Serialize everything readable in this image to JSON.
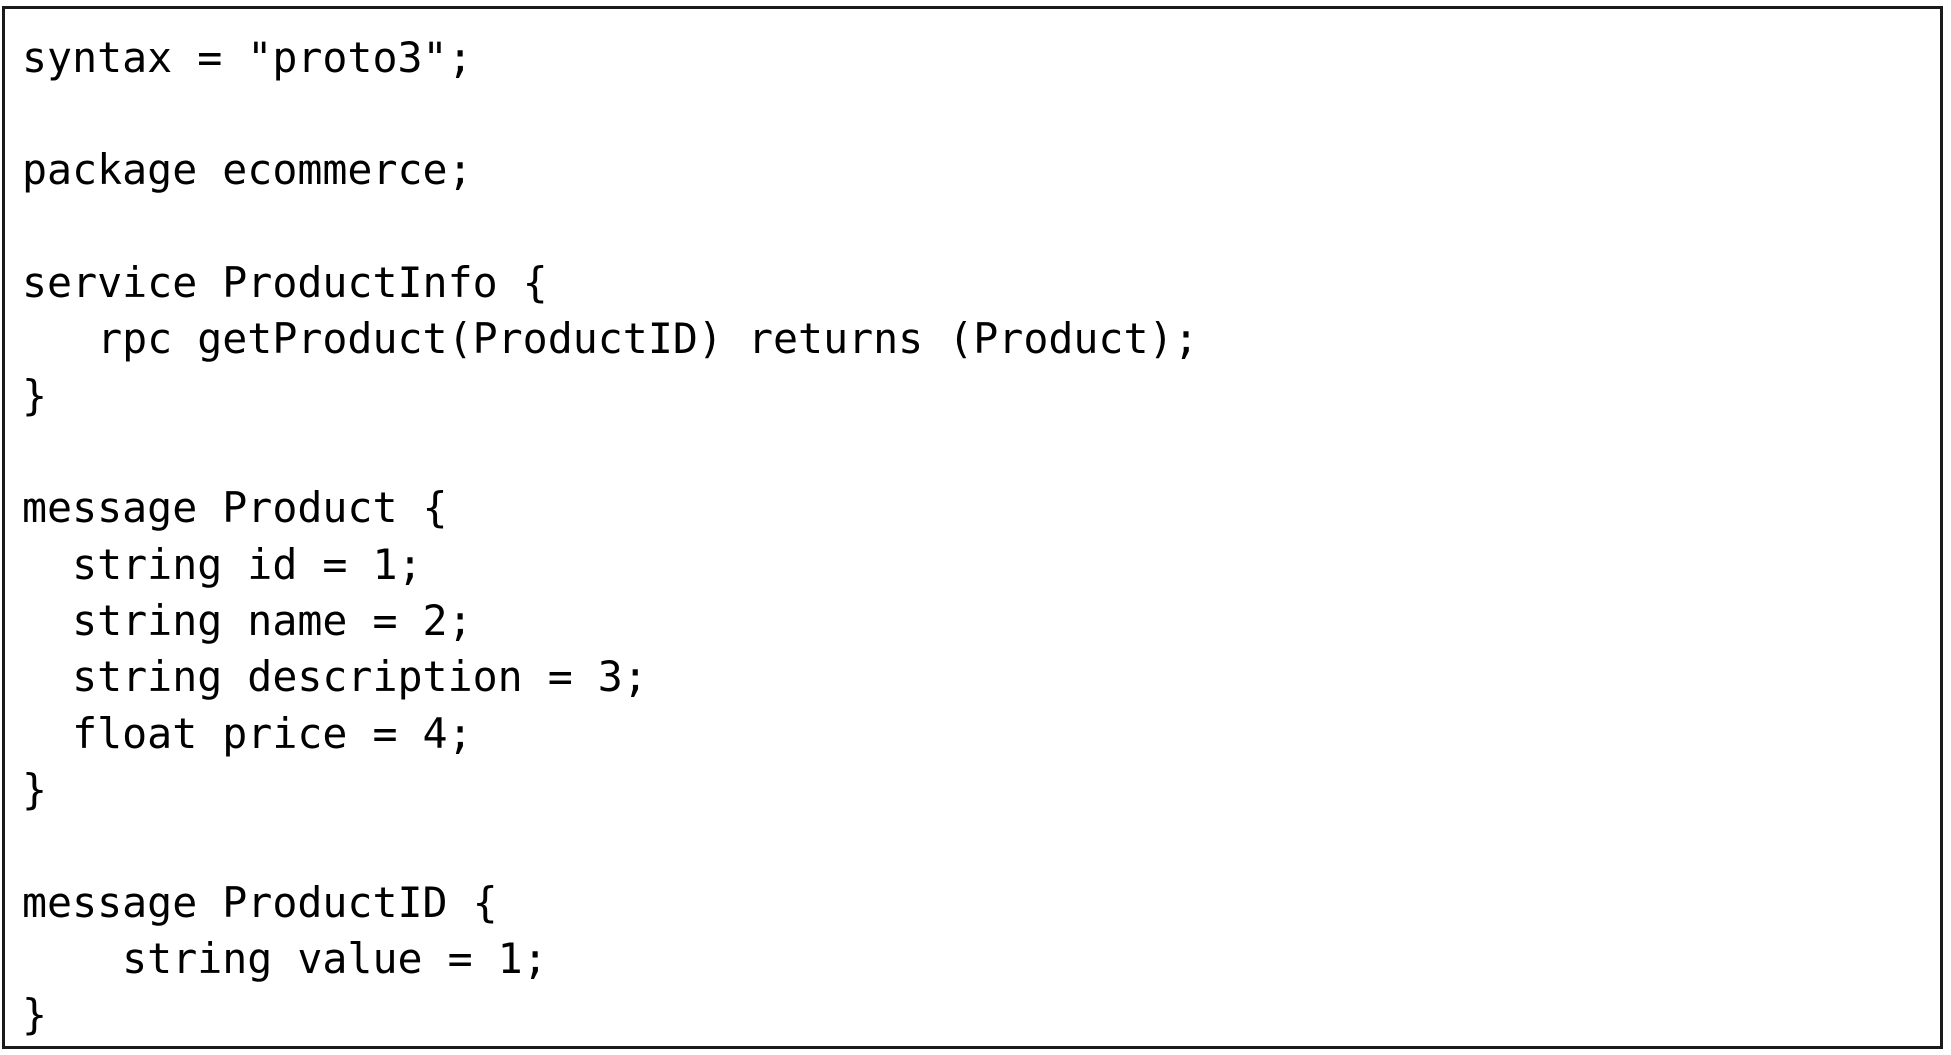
{
  "code_lines": [
    "syntax = \"proto3\";",
    "",
    "package ecommerce;",
    "",
    "service ProductInfo {",
    "   rpc getProduct(ProductID) returns (Product);",
    "}",
    "",
    "message Product {",
    "  string id = 1;",
    "  string name = 2;",
    "  string description = 3;",
    "  float price = 4;",
    "}",
    "",
    "message ProductID {",
    "    string value = 1;",
    "}"
  ],
  "colors": {
    "border": "#1a1a1a",
    "text": "#000000",
    "background": "#ffffff"
  }
}
